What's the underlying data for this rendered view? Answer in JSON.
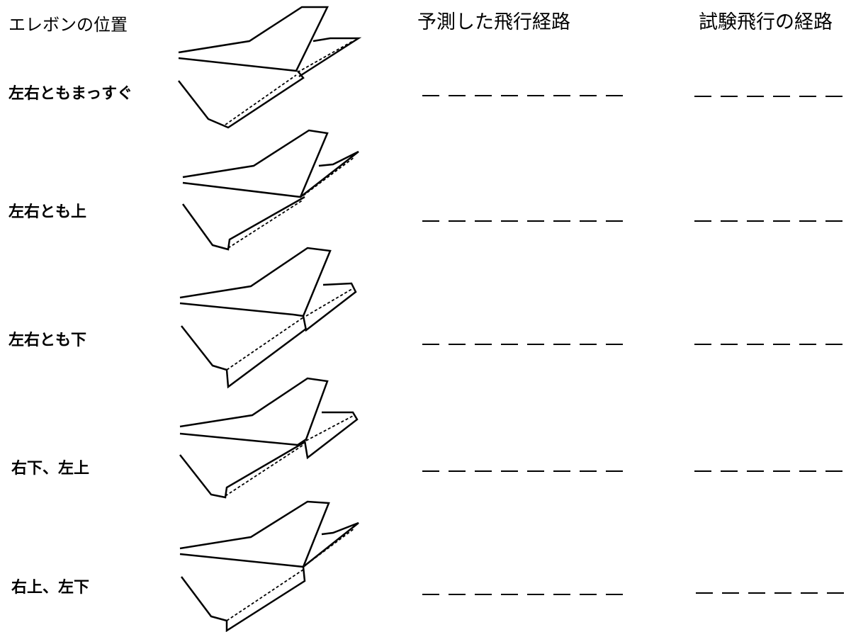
{
  "headers": {
    "elevon_position": "エレボンの位置",
    "predicted_path": "予測した飛行経路",
    "test_path": "試験飛行の経路"
  },
  "rows": [
    {
      "label": "左右ともまっすぐ"
    },
    {
      "label": "左右とも上"
    },
    {
      "label": "左右とも下"
    },
    {
      "label": "右下、左上"
    },
    {
      "label": "右上、左下"
    }
  ]
}
